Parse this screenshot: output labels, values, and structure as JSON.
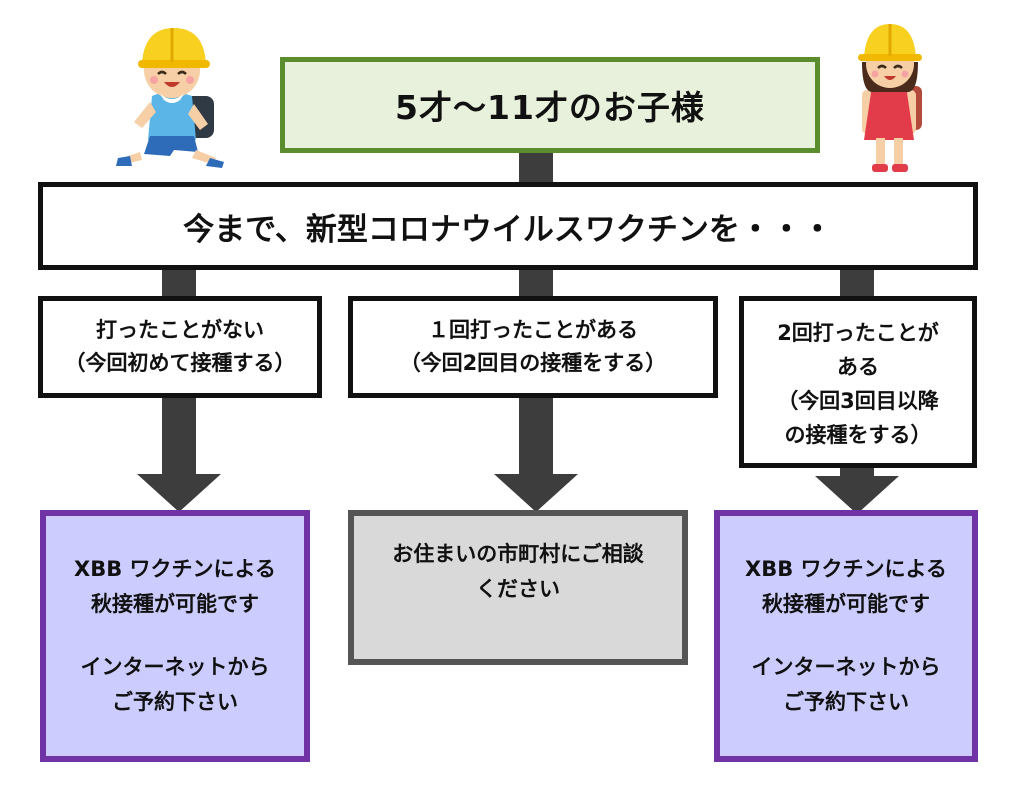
{
  "title": "5才～11才のお子様",
  "header": "今まで、新型コロナウイルスワクチンを・・・",
  "conditions": [
    {
      "lines": [
        "打ったことがない",
        "（今回初めて接種する）"
      ]
    },
    {
      "lines": [
        "１回打ったことがある",
        "（今回2回目の接種をする）"
      ]
    },
    {
      "lines": [
        "2回打ったことが",
        "ある",
        "（今回3回目以降",
        "の接種をする）"
      ]
    }
  ],
  "results": [
    {
      "line1": "XBB ワクチンによる",
      "line2": "秋接種が可能です",
      "line3": "インターネットから",
      "line4": "ご予約下さい"
    },
    {
      "line1": "お住まいの市町村にご相談",
      "line2": "ください"
    },
    {
      "line1": "XBB ワクチンによる",
      "line2": "秋接種が可能です",
      "line3": "インターネットから",
      "line4": "ご予約下さい"
    }
  ],
  "colors": {
    "title_border": "#5b8c2e",
    "title_fill": "#e8f1dc",
    "result_border": "#6f33a6",
    "result_fill": "#ccccff",
    "neutral_border": "#555555",
    "neutral_fill": "#d9d9d9",
    "arrow": "#3d3d3d"
  },
  "illustrations": [
    "boy-with-helmet-illustration",
    "girl-with-helmet-illustration"
  ]
}
